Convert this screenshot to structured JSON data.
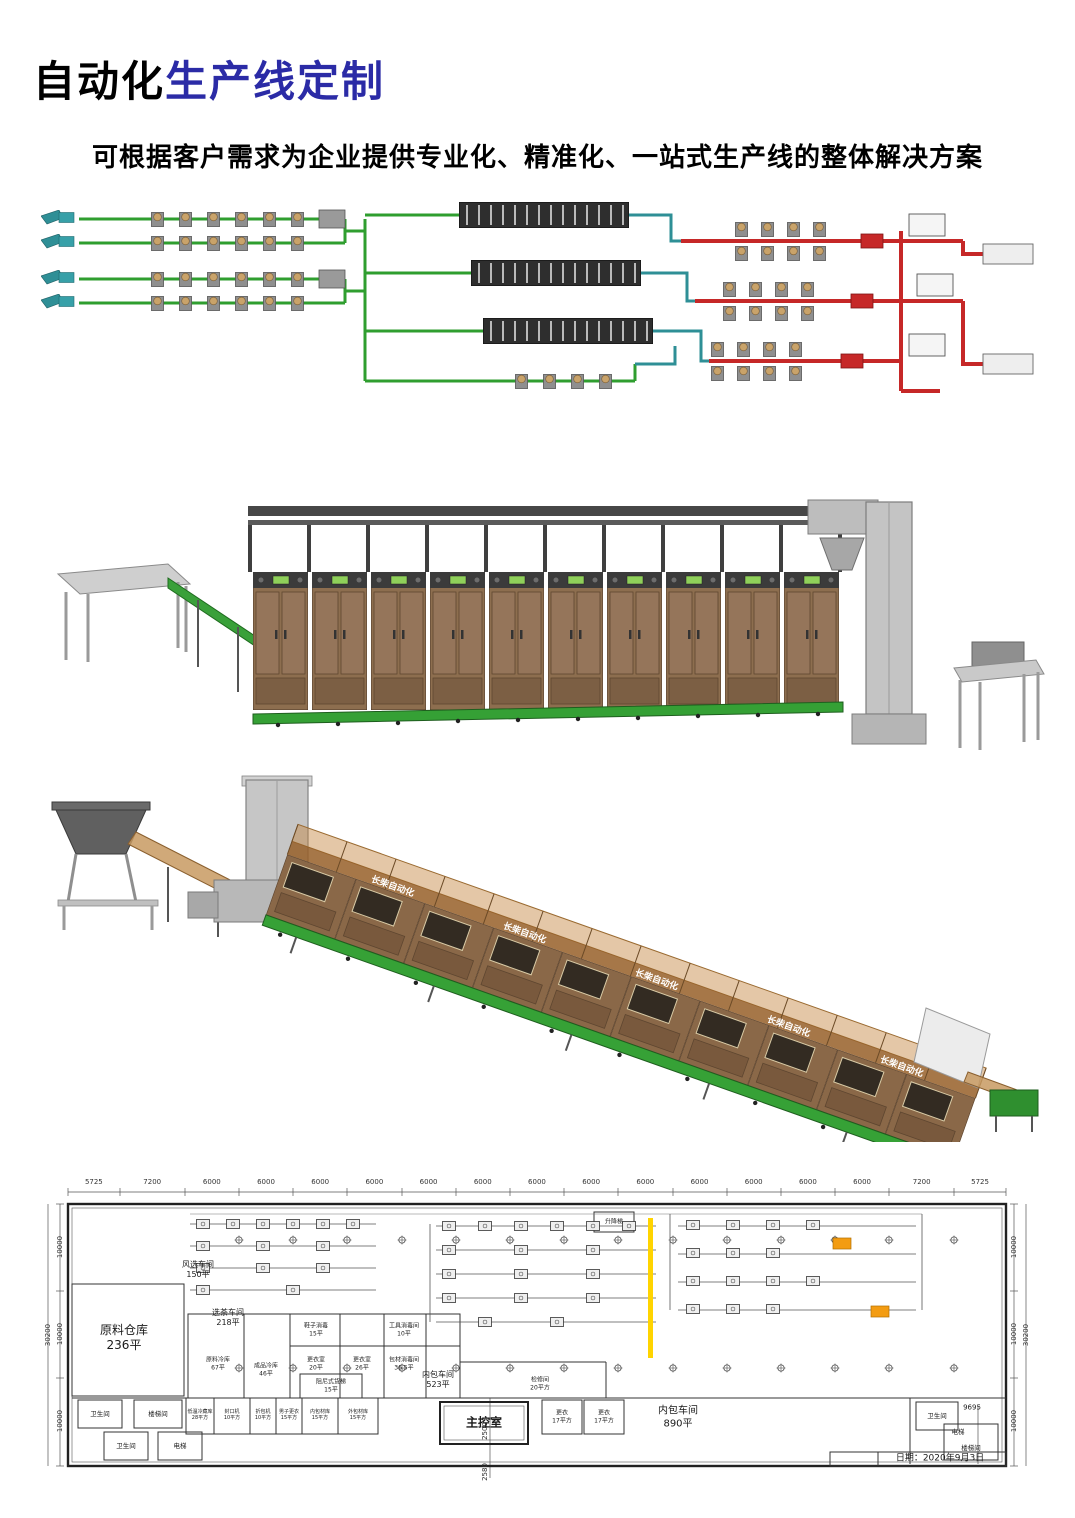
{
  "title": {
    "prefix": "自动化",
    "highlight": "生产线定制",
    "highlight_color": "#2b2ba6"
  },
  "subtitle": "可根据客户需求为企业提供专业化、精准化、一站式生产线的整体解决方案",
  "figure3": {
    "brand_label": "长柴自动化"
  },
  "floorplan": {
    "dims_top": [
      "5725",
      "7200",
      "6000",
      "6000",
      "6000",
      "6000",
      "6000",
      "6000",
      "6000",
      "6000",
      "6000",
      "6000",
      "6000",
      "6000",
      "6000",
      "7200",
      "5725"
    ],
    "dims_left": {
      "overall": "30200",
      "segments": [
        "10000",
        "10000",
        "10000"
      ]
    },
    "dims_right": {
      "overall": "30200",
      "segments": [
        "10000",
        "10000",
        "10000"
      ]
    },
    "dim_2500": "2500",
    "dim_2580": "2580",
    "dim_9695": "9695",
    "rooms": {
      "raw_warehouse": "原料仓库\n236平",
      "wind_room": "风选车间\n150平",
      "tea_room": "选茶车间\n218平",
      "raw_cold": "原料冷库\n67平",
      "product_cold": "成品冷库\n46平",
      "shoe_clean": "鞋子消毒\n15平",
      "dress_20": "更衣室\n20平",
      "dress_26": "更衣室\n26平",
      "tool_clean": "工具消毒间\n10平",
      "pack_clean": "包材消毒间\n36.5平",
      "damper_lift": "阻尼式货梯\n15平",
      "inner_pack_523": "内包车间\n523平",
      "control_room": "主控室",
      "service_room": "检修间\n20平方",
      "dress_17a": "更衣\n17平方",
      "dress_17b": "更衣\n17平方",
      "inner_pack_890": "内包车间\n890平",
      "lift": "升降梯",
      "wc_a": "卫生间",
      "wc_b": "卫生间",
      "stair_a": "楼梯间",
      "elevator_a": "电梯",
      "wc_c": "卫生间",
      "elevator_b": "电梯",
      "stair_b": "楼梯间",
      "cold_store_small": "低温冷藏库\n28平方",
      "sealer": "封口机\n10平方",
      "folder": "折包机\n10平方",
      "mens_dress": "男子更衣\n15平方",
      "inner_material": "内包材库\n15平方",
      "outer_material": "外包材库\n15平方"
    },
    "date": "日期：2020年9月3日"
  }
}
